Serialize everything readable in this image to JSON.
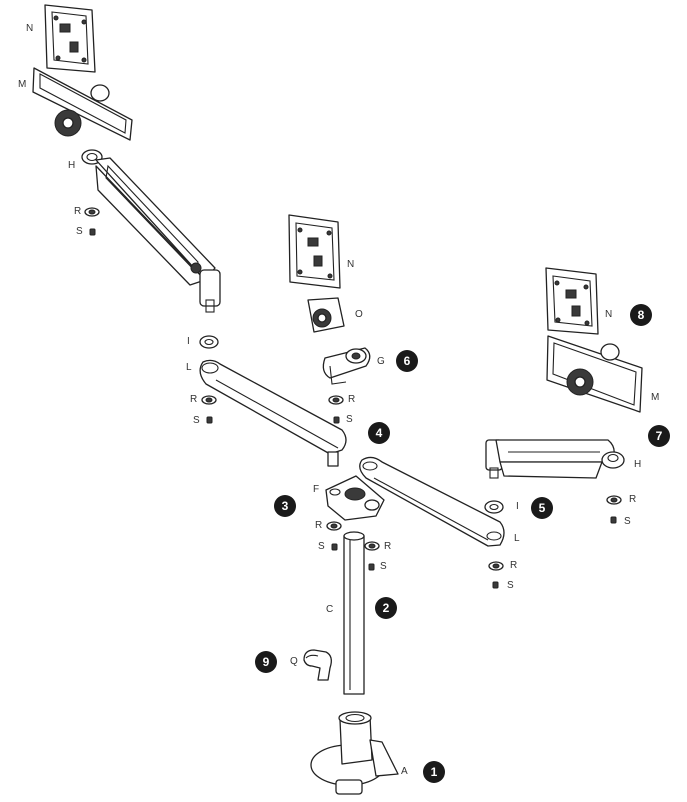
{
  "parts": {
    "A": "A",
    "C": "C",
    "F": "F",
    "G": "G",
    "H": "H",
    "I": "I",
    "L": "L",
    "M": "M",
    "N": "N",
    "O": "O",
    "Q": "Q",
    "R": "R",
    "S": "S"
  },
  "steps": [
    "1",
    "2",
    "3",
    "4",
    "5",
    "6",
    "7",
    "8",
    "9"
  ],
  "colors": {
    "line": "#222222",
    "badge": "#1a1a1a",
    "badge_text": "#ffffff"
  }
}
